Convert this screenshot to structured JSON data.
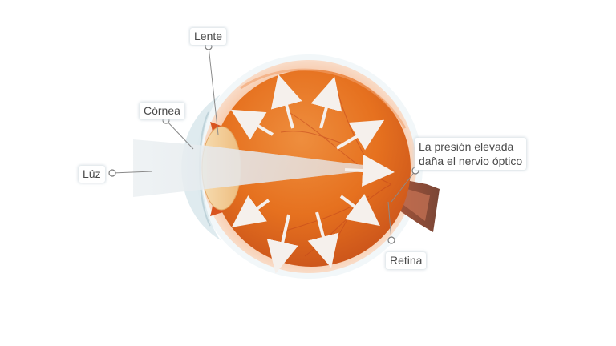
{
  "labels": {
    "lente": "Lente",
    "cornea": "Córnea",
    "luz": "Lúz",
    "presion_line1": "La presión elevada",
    "presion_line2": "daña el nervio óptico",
    "retina": "Retina"
  },
  "colors": {
    "eyeball": "#e8701f",
    "sclera_rim": "#f4b28a",
    "lens": "#f3cf9a",
    "cornea": "#d6e6ec",
    "light_beam": "#e1e8ec",
    "arrow": "#f3eeea",
    "label_text": "#4a4a4a"
  },
  "icons": [
    "pressure-arrow-icon",
    "callout-dot-icon"
  ]
}
